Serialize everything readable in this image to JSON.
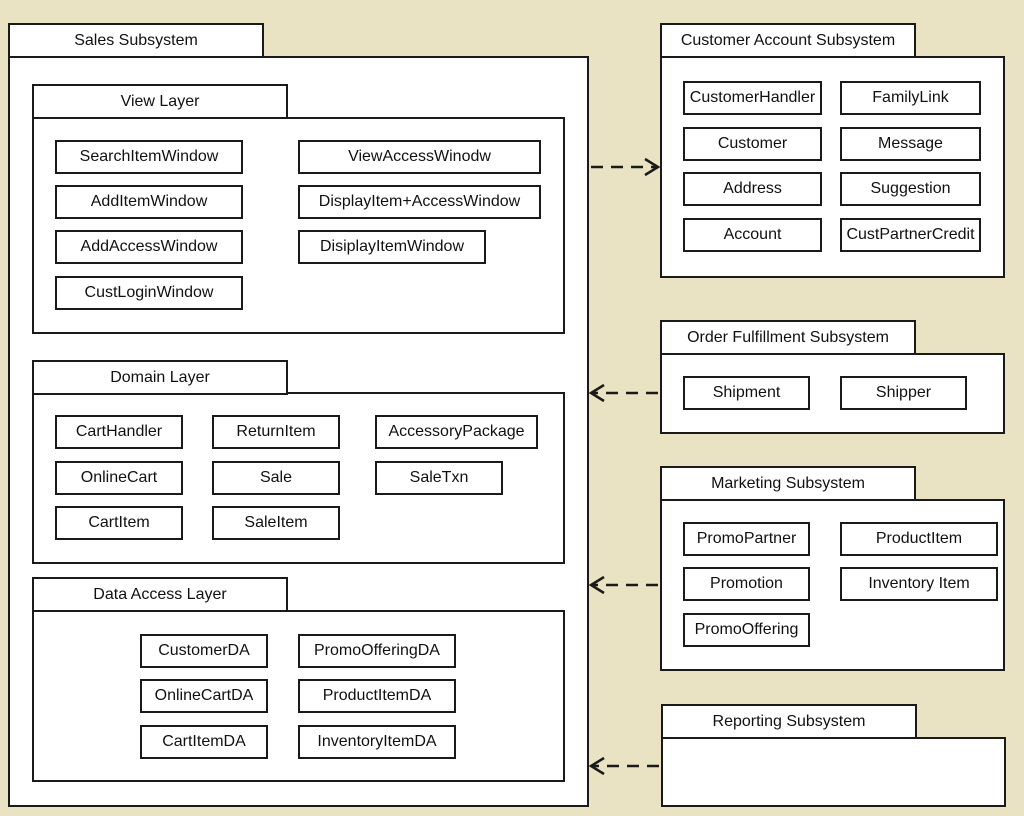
{
  "sales": {
    "title": "Sales Subsystem",
    "view_layer": {
      "title": "View Layer",
      "classes": [
        "SearchItemWindow",
        "AddItemWindow",
        "AddAccessWindow",
        "CustLoginWindow",
        "ViewAccessWinodw",
        "DisplayItem+AccessWindow",
        "DisiplayItemWindow"
      ]
    },
    "domain_layer": {
      "title": "Domain Layer",
      "classes": [
        "CartHandler",
        "OnlineCart",
        "CartItem",
        "ReturnItem",
        "Sale",
        "SaleItem",
        "AccessoryPackage",
        "SaleTxn"
      ]
    },
    "data_access_layer": {
      "title": "Data Access Layer",
      "classes": [
        "CustomerDA",
        "OnlineCartDA",
        "CartItemDA",
        "PromoOfferingDA",
        "ProductItemDA",
        "InventoryItemDA"
      ]
    }
  },
  "customer_account": {
    "title": "Customer Account Subsystem",
    "classes": [
      "CustomerHandler",
      "Customer",
      "Address",
      "Account",
      "FamilyLink",
      "Message",
      "Suggestion",
      "CustPartnerCredit"
    ]
  },
  "order_fulfillment": {
    "title": "Order Fulfillment Subsystem",
    "classes": [
      "Shipment",
      "Shipper"
    ]
  },
  "marketing": {
    "title": "Marketing Subsystem",
    "classes": [
      "PromoPartner",
      "Promotion",
      "PromoOffering",
      "ProductItem",
      "Inventory Item"
    ]
  },
  "reporting": {
    "title": "Reporting Subsystem"
  },
  "dependencies": [
    {
      "from": "Sales Subsystem",
      "to": "Customer Account Subsystem"
    },
    {
      "from": "Order Fulfillment Subsystem",
      "to": "Sales Subsystem"
    },
    {
      "from": "Marketing Subsystem",
      "to": "Sales Subsystem"
    },
    {
      "from": "Reporting Subsystem",
      "to": "Sales Subsystem"
    }
  ]
}
